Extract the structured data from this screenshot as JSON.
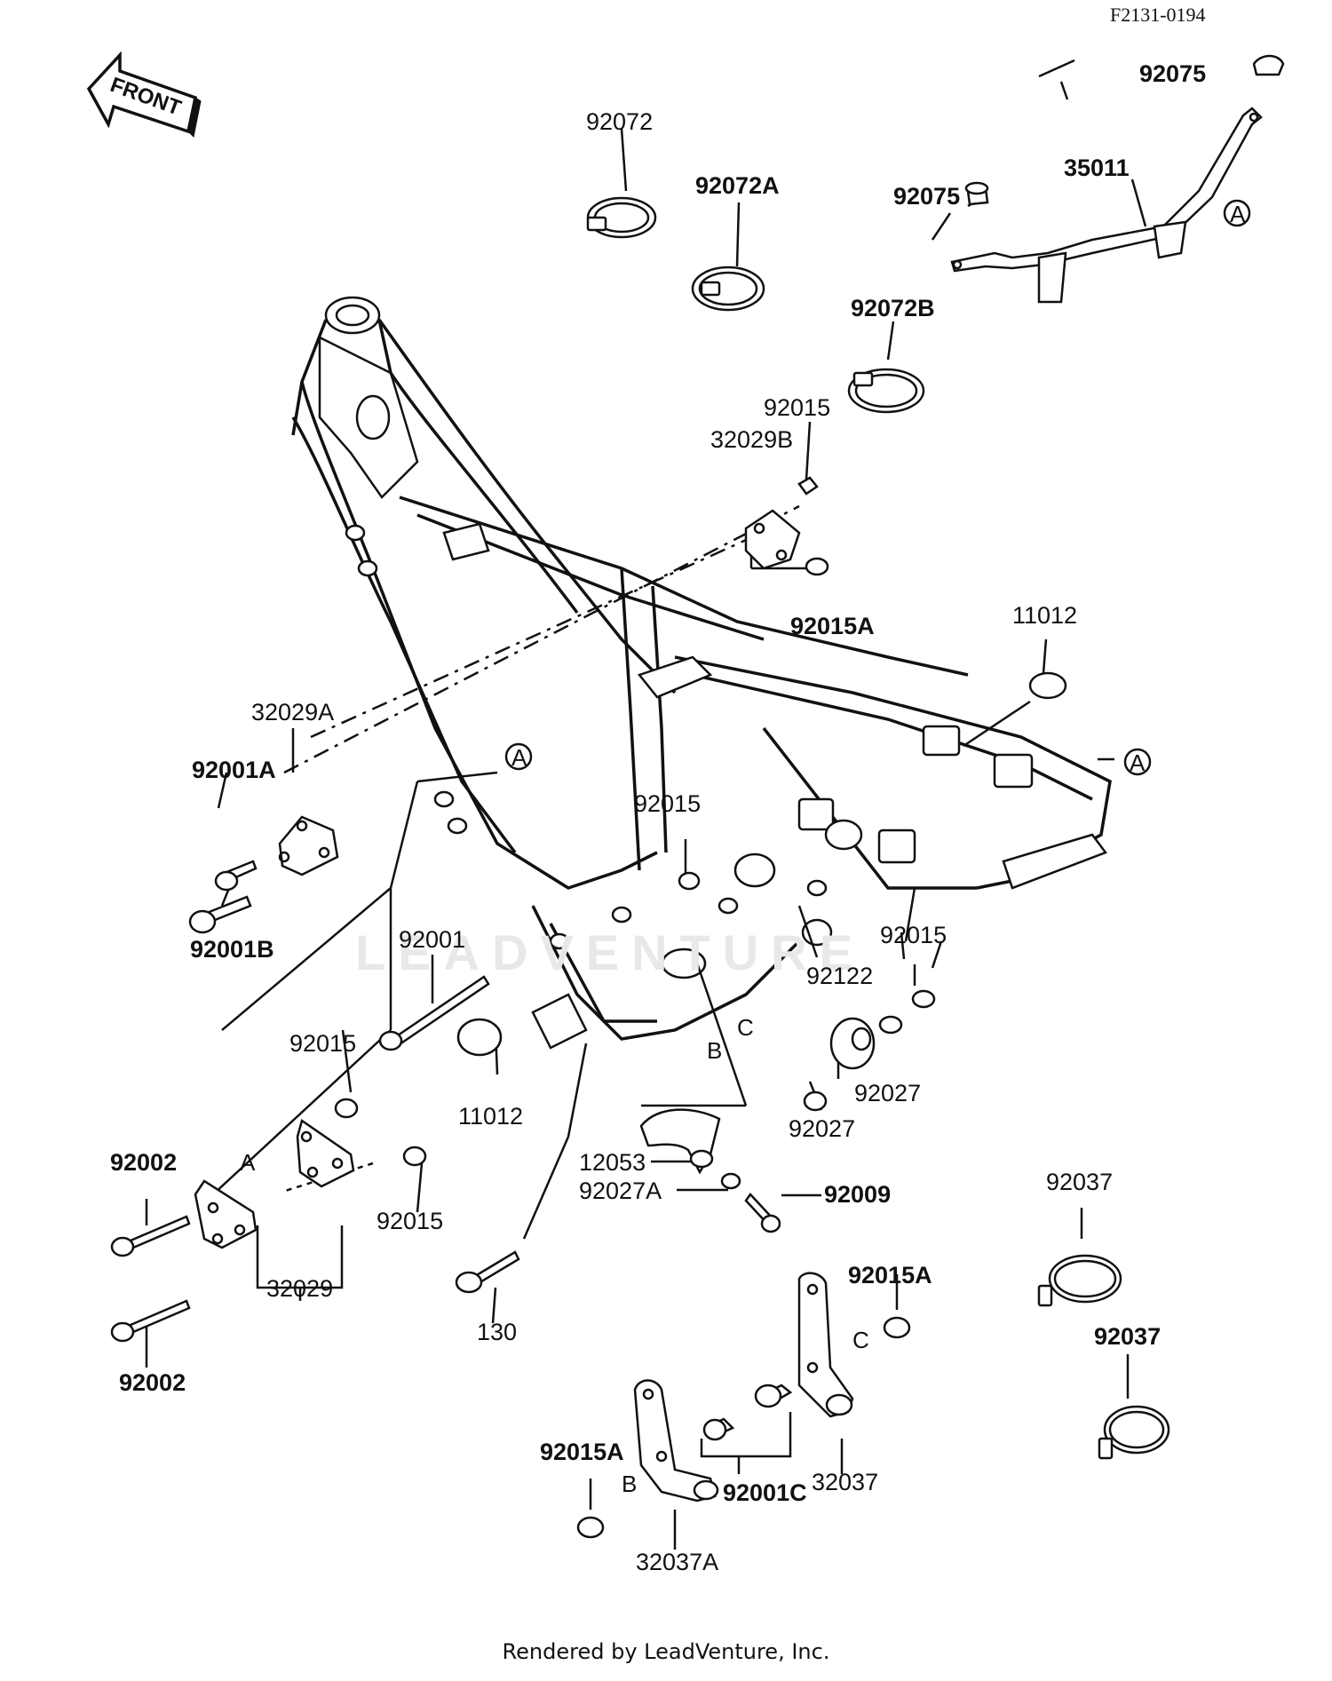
{
  "diagram_code": "F2131-0194",
  "front_label": "FRONT",
  "footer": "Rendered by LeadVenture, Inc.",
  "watermark": "LEADVENTURE",
  "part_labels": {
    "p92075_top": "92075",
    "p92072": "92072",
    "p35011": "35011",
    "p92072A": "92072A",
    "p92075": "92075",
    "p92072B": "92072B",
    "p92015_a": "92015",
    "p32029B": "32029B",
    "p92015A_a": "92015A",
    "p11012_a": "11012",
    "p32029A": "32029A",
    "p92001A": "92001A",
    "p92001B": "92001B",
    "p92015_b": "92015",
    "p92001": "92001",
    "p92015_c": "92015",
    "p92122": "92122",
    "p92027_a": "92027",
    "p92027_b": "92027",
    "p92015_d": "92015",
    "p11012_b": "11012",
    "p92002_a": "92002",
    "p92015_e": "92015",
    "p12053": "12053",
    "p92027A": "92027A",
    "p92009": "92009",
    "p32029": "32029",
    "p92037_a": "92037",
    "p130": "130",
    "p92015A_b": "92015A",
    "p92002_b": "92002",
    "p92037_b": "92037",
    "p92015A_c": "92015A",
    "p92001C": "92001C",
    "p32037": "32037",
    "p32037A": "32037A"
  },
  "reference_letters": {
    "A1": "A",
    "A2": "A",
    "A3": "A",
    "A4": "A",
    "B1": "B",
    "B2": "B",
    "C1": "C",
    "C2": "C"
  }
}
